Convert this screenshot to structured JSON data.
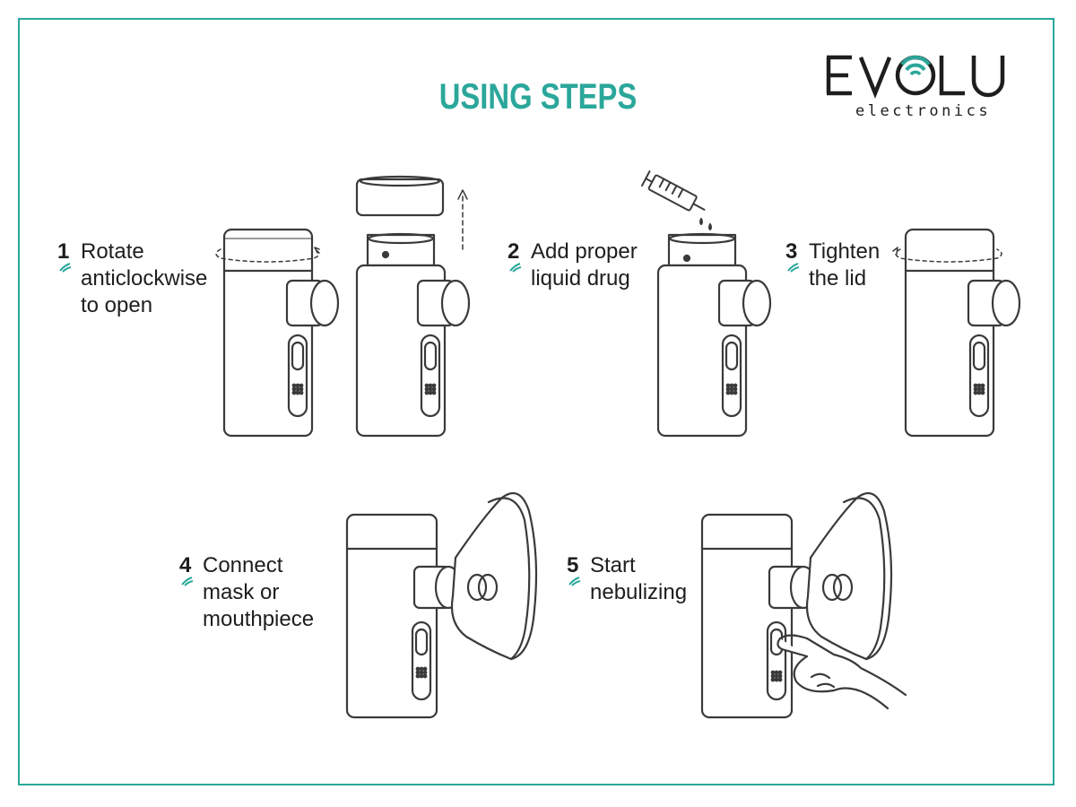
{
  "title": "USING STEPS",
  "brand": {
    "name": "EVOLU",
    "subtitle": "electronics",
    "accent_color": "#2aa79a"
  },
  "steps": [
    {
      "number": "1",
      "lines": [
        "Rotate",
        "anticlockwise",
        "to open"
      ]
    },
    {
      "number": "2",
      "lines": [
        "Add proper",
        "liquid drug"
      ]
    },
    {
      "number": "3",
      "lines": [
        "Tighten",
        "the lid"
      ]
    },
    {
      "number": "4",
      "lines": [
        "Connect",
        "mask or",
        "mouthpiece"
      ]
    },
    {
      "number": "5",
      "lines": [
        "Start",
        "nebulizing"
      ]
    }
  ],
  "icons": [
    "nebulizer-icon",
    "lid-icon",
    "syringe-icon",
    "mask-icon",
    "hand-icon",
    "rotate-arrow-icon",
    "up-arrow-icon"
  ]
}
